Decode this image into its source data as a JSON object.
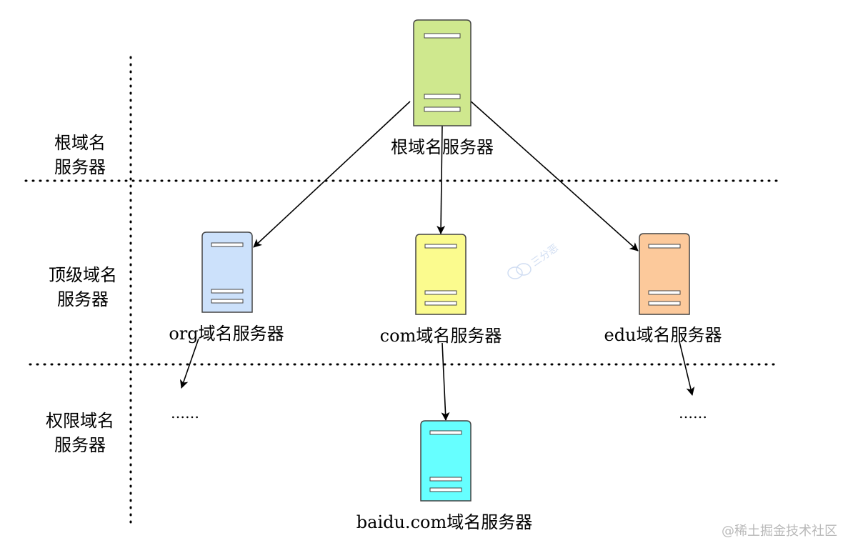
{
  "levels": [
    {
      "line1": "根域名",
      "line2": "服务器"
    },
    {
      "line1": "顶级域名",
      "line2": "服务器"
    },
    {
      "line1": "权限域名",
      "line2": "服务器"
    }
  ],
  "servers": {
    "root": {
      "label": "根域名服务器",
      "color": "#cfe88e"
    },
    "org": {
      "label": "org域名服务器",
      "color": "#cce1fb"
    },
    "com": {
      "label": "com域名服务器",
      "color": "#fbfb8e"
    },
    "edu": {
      "label": "edu域名服务器",
      "color": "#fcc99b"
    },
    "baidu": {
      "label": "baidu.com域名服务器",
      "color": "#66ffff"
    }
  },
  "ellipsis": {
    "left": "……",
    "right": "……"
  },
  "watermark": {
    "center": "三分恶",
    "corner": "@稀土掘金技术社区"
  },
  "colors": {
    "stroke": "#444444",
    "line": "#000000",
    "watermark": "#b9b9b9"
  }
}
